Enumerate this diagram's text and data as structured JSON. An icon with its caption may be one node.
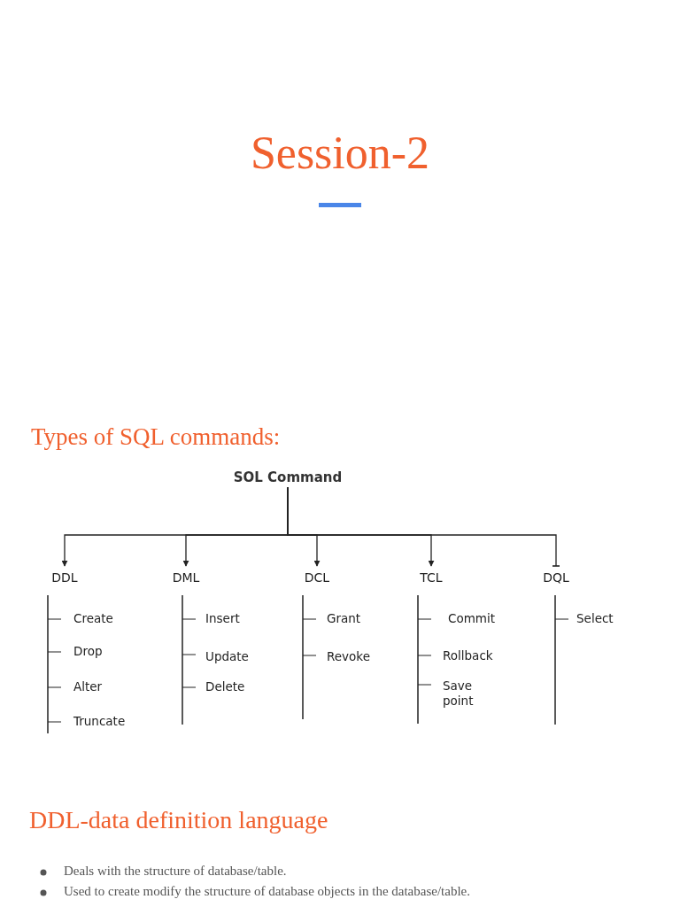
{
  "diagram": {
    "title": "Session-2",
    "nodes": [
      {
        "text": [
          "SOL Command"
        ]
      },
      {
        "text": [
          "DDL"
        ]
      },
      {
        "text": [
          "DML"
        ]
      },
      {
        "text": [
          "DCL"
        ]
      },
      {
        "text": [
          "TCL"
        ]
      },
      {
        "text": [
          "DQL"
        ]
      }
    ],
    "edges": [
      {
        "from": 0,
        "to": 1,
        "arrow": "to"
      },
      {
        "from": 0,
        "to": 2,
        "arrow": "to"
      },
      {
        "from": 0,
        "to": 3,
        "arrow": "to"
      },
      {
        "from": 0,
        "to": 4,
        "arrow": "to"
      },
      {
        "from": 0,
        "to": 5,
        "arrow": "other"
      }
    ],
    "labels": [
      "Types of SQL commands:",
      "Create",
      "Drop",
      "Alter",
      "Truncate",
      "Insert",
      "Update",
      "Delete",
      "Grant",
      "Revoke",
      "Commit",
      "Rollback",
      "Save point",
      "Select",
      "DDL-data definition language",
      "Deals with the structure of database/table.",
      "Used to create modify the structure of database objects in the database/table."
    ]
  }
}
